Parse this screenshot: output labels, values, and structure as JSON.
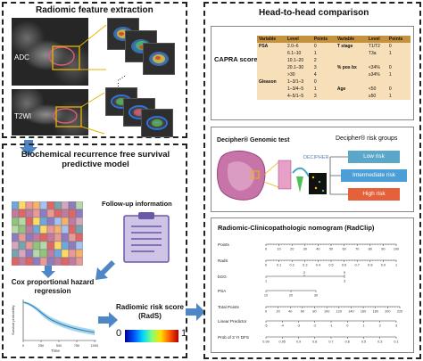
{
  "sections": {
    "feature_extraction": "Radiomic feature extraction",
    "head_to_head": "Head-to-head comparison",
    "model": "Biochemical recurrence free survival predictive model",
    "followup": "Follow-up information",
    "cox": "Cox proportional hazard regression",
    "rads": "Radiomic risk score (RadS)",
    "capra_score": "CAPRA score",
    "decipher_test": "Decipher® Genomic test",
    "decipher_groups": "Decipher® risk groups",
    "nomogram": "Radiomic-Clinicopathologic nomogram (RadClip)"
  },
  "mri_labels": {
    "adc": "ADC",
    "t2w": "T2WI"
  },
  "colorbar": {
    "min": "0",
    "max": "1"
  },
  "km_axes": {
    "ylabel": "Survival probability",
    "xlabel": "Time",
    "xticks": [
      "0",
      "250",
      "500",
      "750",
      "1000"
    ]
  },
  "decipher_logo": "DECIPHER",
  "risk_groups": {
    "low": {
      "label": "Low risk",
      "color": "#5aa7c9"
    },
    "intermediate": {
      "label": "Intermediate risk",
      "color": "#4b9fd6"
    },
    "high": {
      "label": "High risk",
      "color": "#e4613a"
    }
  },
  "capra": {
    "headers": [
      "Variable",
      "Level",
      "Points",
      "Variable",
      "Level",
      "Points"
    ],
    "rows": [
      [
        "PSA",
        "2.0–6",
        "0",
        "T stage",
        "T1/T2",
        "0"
      ],
      [
        "",
        "6.1–10",
        "1",
        "",
        "T3a",
        "1"
      ],
      [
        "",
        "10.1–20",
        "2",
        "",
        "",
        ""
      ],
      [
        "",
        "20.1–30",
        "3",
        "% pos bx",
        "<34%",
        "0"
      ],
      [
        "",
        ">30",
        "4",
        "",
        "≥34%",
        "1"
      ],
      [
        "Gleason",
        "1–3/1–3",
        "0",
        "",
        "",
        ""
      ],
      [
        "",
        "1–3/4–5",
        "1",
        "Age",
        "<50",
        "0"
      ],
      [
        "",
        "4–5/1–5",
        "3",
        "",
        "≥50",
        "1"
      ]
    ]
  },
  "nomo": {
    "points": {
      "label": "Points",
      "ticks": [
        "0",
        "10",
        "20",
        "30",
        "40",
        "50",
        "60",
        "70",
        "80",
        "90",
        "100"
      ]
    },
    "rads": {
      "label": "RadS",
      "ticks": [
        "0",
        "0.1",
        "0.2",
        "0.3",
        "0.4",
        "0.5",
        "0.6",
        "0.7",
        "0.8",
        "0.9",
        "1"
      ]
    },
    "bgg": {
      "label": "bGG",
      "ticks": [
        "1",
        "2",
        "3",
        "5"
      ]
    },
    "psa": {
      "label": "PSA",
      "ticks": [
        "10",
        "20",
        "30"
      ]
    },
    "total": {
      "label": "Total Points",
      "ticks": [
        "0",
        "20",
        "40",
        "60",
        "80",
        "100",
        "120",
        "140",
        "160",
        "180",
        "200",
        "220"
      ]
    },
    "lp": {
      "label": "Linear Predictor",
      "ticks": [
        "-5",
        "-4",
        "-3",
        "-2",
        "-1",
        "0",
        "1",
        "2",
        "3"
      ]
    },
    "dfs": {
      "label": "Prob of 3 Yr DFS",
      "ticks": [
        "0.99",
        "0.95",
        "0.9",
        "0.8",
        "0.7",
        "0.6",
        "0.5",
        "0.3",
        "0.1"
      ]
    }
  }
}
